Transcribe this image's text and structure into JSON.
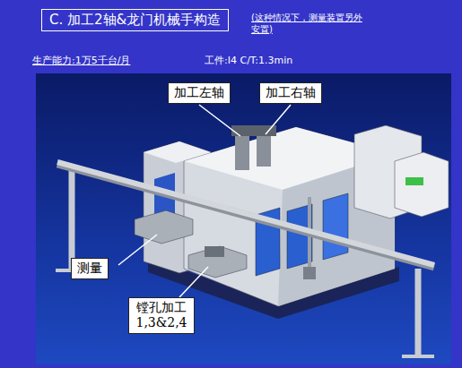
{
  "diagram": {
    "title": "C. 加工2轴&龙门机械手构造",
    "nodes": [
      {
        "text": [
          "加工左轴"
        ]
      },
      {
        "text": [
          "加工右轴"
        ]
      },
      {
        "text": [
          "测量"
        ]
      },
      {
        "text": [
          "镗孔加工 1,3&2,4"
        ]
      }
    ],
    "labels": [
      "(这种情况下，测量装置另外安置)",
      "生产能力:1万5千台/月",
      "工件:I4  C/T:1.3min"
    ]
  }
}
